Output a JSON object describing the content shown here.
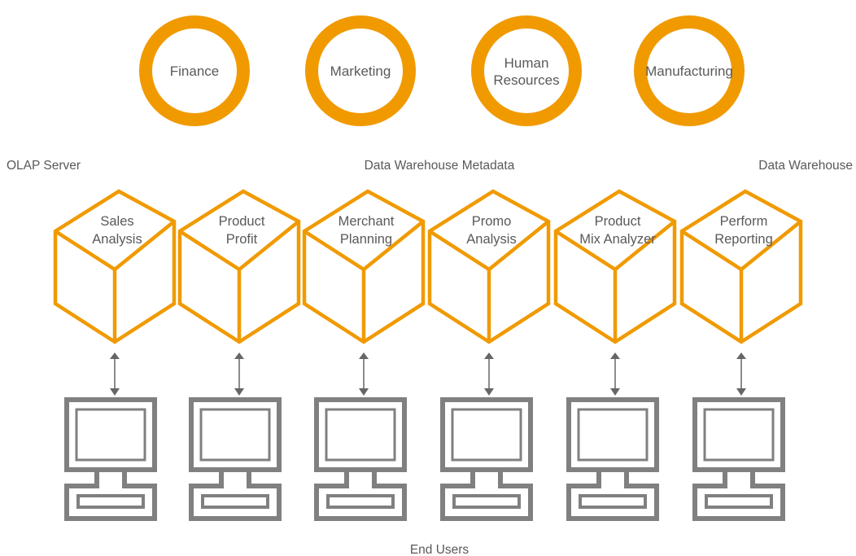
{
  "colors": {
    "accent": "#F09A00",
    "monitor": "#808080",
    "text": "#595959",
    "arrow": "#666666"
  },
  "departments": [
    {
      "label": "Finance"
    },
    {
      "label": "Marketing"
    },
    {
      "label": "Human Resources",
      "lines": [
        "Human",
        "Resources"
      ]
    },
    {
      "label": "Manufacturing"
    }
  ],
  "labels": {
    "olap_server": "OLAP Server",
    "metadata": "Data Warehouse Metadata",
    "data_warehouse": "Data Warehouse",
    "end_users": "End Users"
  },
  "cubes": [
    {
      "label": "Sales Analysis",
      "lines": [
        "Sales",
        "Analysis"
      ]
    },
    {
      "label": "Product Profit",
      "lines": [
        "Product",
        "Profit"
      ]
    },
    {
      "label": "Merchant Planning",
      "lines": [
        "Merchant",
        "Planning"
      ]
    },
    {
      "label": "Promo Analysis",
      "lines": [
        "Promo",
        "Analysis"
      ]
    },
    {
      "label": "Product Mix Analyzer",
      "lines": [
        "Product",
        "Mix Analyzer"
      ]
    },
    {
      "label": "Perform Reporting",
      "lines": [
        "Perform",
        "Reporting"
      ]
    }
  ],
  "terminal_icon": "computer-terminal-icon",
  "link_icon": "double-arrow-icon"
}
